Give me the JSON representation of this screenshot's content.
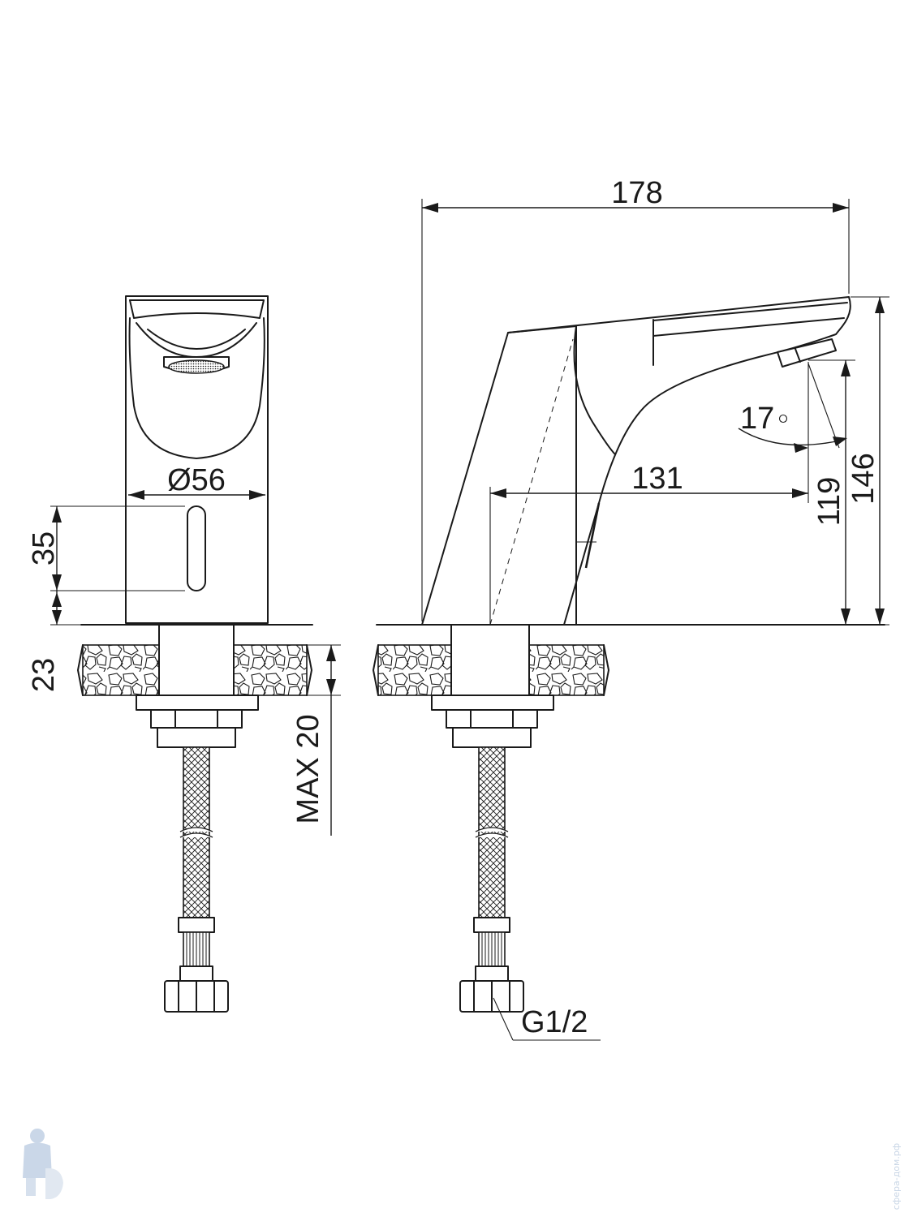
{
  "drawing": {
    "dimensions": {
      "overall_length": "178",
      "spout_height": "146",
      "outlet_height": "119",
      "spout_reach": "131",
      "spout_angle": "17",
      "angle_symbol": "°",
      "body_diameter": "Ø56",
      "sensor_window_height": "35",
      "sensor_base_height": "23",
      "countertop_thickness_max": "MAX 20",
      "connection_thread": "G1/2"
    },
    "watermark": {
      "site_text": "сфера-дом.рф",
      "icon": "plumber-mascot-icon"
    },
    "colors": {
      "line": "#1a1a1a",
      "background": "#ffffff",
      "watermark": "#c9d6e6"
    }
  }
}
